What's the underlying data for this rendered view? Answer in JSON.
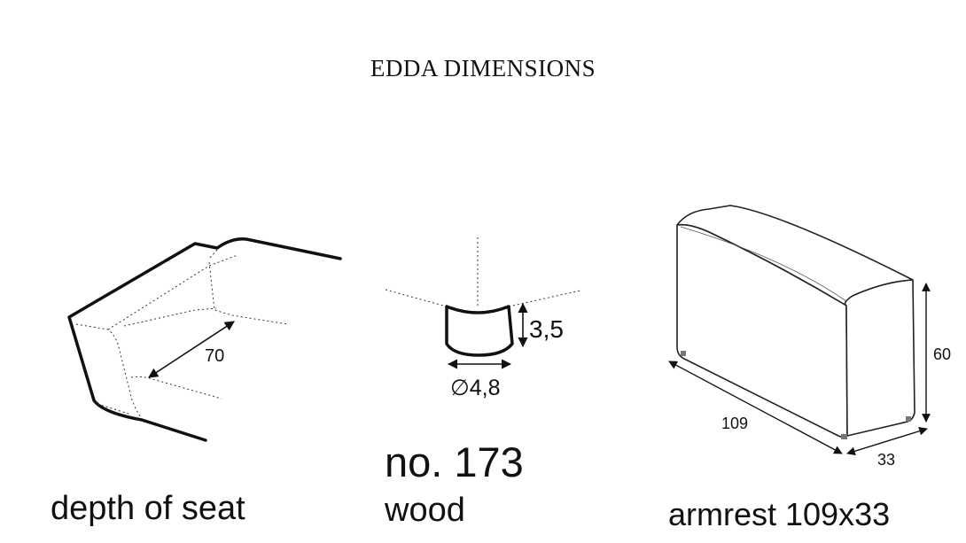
{
  "title": "EDDA DIMENSIONS",
  "seat": {
    "caption": "depth of seat",
    "depth_label": "70"
  },
  "leg": {
    "number": "no. 173",
    "material": "wood",
    "height_label": "3,5",
    "diameter_label": "∅4,8"
  },
  "armrest": {
    "caption": "armrest 109x33",
    "length_label": "109",
    "width_label": "33",
    "height_label": "60"
  }
}
